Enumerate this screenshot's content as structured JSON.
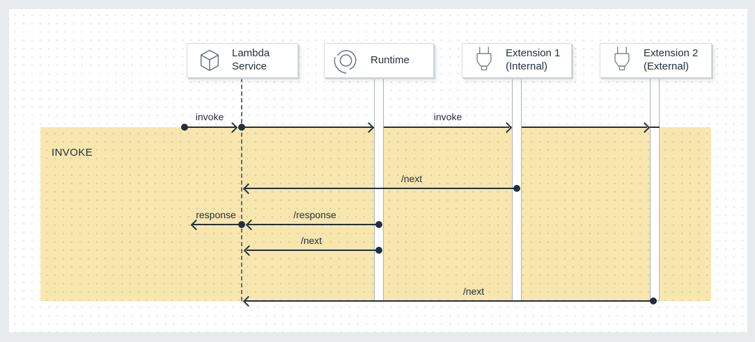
{
  "diagram": {
    "phase_label": "INVOKE",
    "actors": [
      {
        "name": "Lambda Service",
        "line1": "Lambda",
        "line2": "Service",
        "icon": "cube-3d-icon"
      },
      {
        "name": "Runtime",
        "line1": "Runtime",
        "line2": "",
        "icon": "runtime-cycle-icon"
      },
      {
        "name": "Extension 1 (Internal)",
        "line1": "Extension 1",
        "line2": "(Internal)",
        "icon": "plug-icon"
      },
      {
        "name": "Extension 2 (External)",
        "line1": "Extension 2",
        "line2": "(External)",
        "icon": "plug-icon"
      }
    ],
    "messages": [
      {
        "label": "invoke",
        "from": "caller",
        "to": "Lambda Service"
      },
      {
        "label": "invoke",
        "from": "Lambda Service",
        "to": "Runtime / Extension 1 / Extension 2"
      },
      {
        "label": "/next",
        "from": "Extension 1 (Internal)",
        "to": "Lambda Service"
      },
      {
        "label": "response",
        "from": "Lambda Service",
        "to": "caller"
      },
      {
        "label": "/response",
        "from": "Runtime",
        "to": "Lambda Service"
      },
      {
        "label": "/next",
        "from": "Runtime",
        "to": "Lambda Service"
      },
      {
        "label": "/next",
        "from": "Extension 2 (External)",
        "to": "Lambda Service"
      }
    ],
    "colors": {
      "line": "#232f3e",
      "band_yellow": "#f8e6af",
      "canvas": "#ffffff",
      "outer_background": "#e7ebee",
      "icon_stroke": "#6b7787"
    }
  }
}
